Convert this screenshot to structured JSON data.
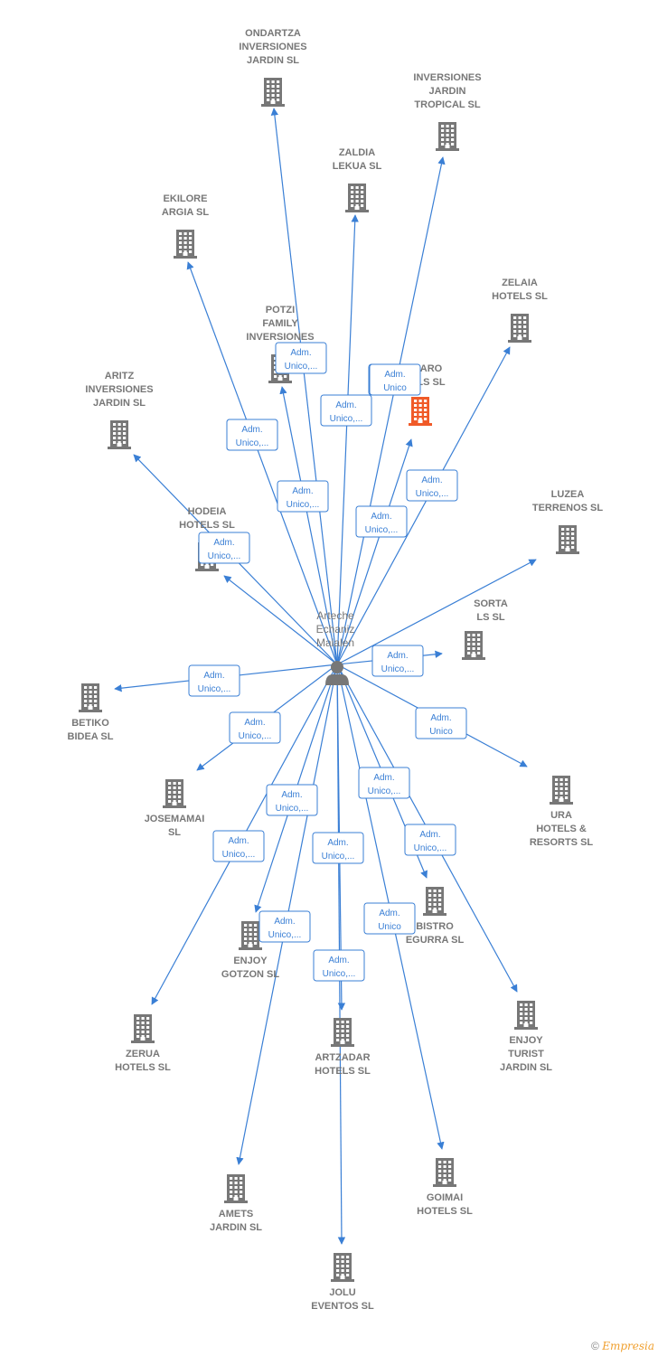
{
  "colors": {
    "edge": "#3a7fd5",
    "company": "#777777",
    "highlight": "#f05a28",
    "person": "#777777"
  },
  "person": {
    "name_lines": [
      "Arteche",
      "Echaniz",
      "Maialen"
    ]
  },
  "companies": [
    {
      "id": "ondartza",
      "lines": [
        "ONDARTZA",
        "INVERSIONES",
        "JARDIN  SL"
      ],
      "highlight": false
    },
    {
      "id": "inv_tropical",
      "lines": [
        "INVERSIONES",
        "JARDIN",
        "TROPICAL SL"
      ],
      "highlight": false
    },
    {
      "id": "zaldia",
      "lines": [
        "ZALDIA",
        "LEKUA  SL"
      ],
      "highlight": false
    },
    {
      "id": "ekilore",
      "lines": [
        "EKILORE",
        "ARGIA  SL"
      ],
      "highlight": false
    },
    {
      "id": "zelaia",
      "lines": [
        "ZELAIA",
        "HOTELS  SL"
      ],
      "highlight": false
    },
    {
      "id": "potzi",
      "lines": [
        "POTZI",
        "FAMILY",
        "INVERSIONES"
      ],
      "highlight": false
    },
    {
      "id": "faro",
      "lines": [
        "ARO",
        "LS  SL"
      ],
      "highlight": true
    },
    {
      "id": "aritz",
      "lines": [
        "ARITZ",
        "INVERSIONES",
        "JARDIN  SL"
      ],
      "highlight": false
    },
    {
      "id": "luzea",
      "lines": [
        "LUZEA",
        "TERRENOS  SL"
      ],
      "highlight": false
    },
    {
      "id": "hodeia",
      "lines": [
        "HODEIA",
        "HOTELS  SL"
      ],
      "highlight": false
    },
    {
      "id": "resorta",
      "lines": [
        "SORTA",
        "LS  SL"
      ],
      "highlight": false
    },
    {
      "id": "betiko",
      "lines": [
        "BETIKO",
        "BIDEA  SL"
      ],
      "highlight": false
    },
    {
      "id": "josemamai",
      "lines": [
        "JOSEMAMAI",
        "SL"
      ],
      "highlight": false
    },
    {
      "id": "ura",
      "lines": [
        "URA",
        "HOTELS &",
        "RESORTS  SL"
      ],
      "highlight": false
    },
    {
      "id": "bistro",
      "lines": [
        "BISTRO",
        "EGURRA  SL"
      ],
      "highlight": false
    },
    {
      "id": "enjoy_gotzon",
      "lines": [
        "ENJOY",
        "GOTZON  SL"
      ],
      "highlight": false
    },
    {
      "id": "zerua",
      "lines": [
        "ZERUA",
        "HOTELS  SL"
      ],
      "highlight": false
    },
    {
      "id": "artzadar",
      "lines": [
        "ARTZADAR",
        "HOTELS  SL"
      ],
      "highlight": false
    },
    {
      "id": "enjoy_turist",
      "lines": [
        "ENJOY",
        "TURIST",
        "JARDIN  SL"
      ],
      "highlight": false
    },
    {
      "id": "goimai",
      "lines": [
        "GOIMAI",
        "HOTELS  SL"
      ],
      "highlight": false
    },
    {
      "id": "amets",
      "lines": [
        "AMETS",
        "JARDIN  SL"
      ],
      "highlight": false
    },
    {
      "id": "jolu",
      "lines": [
        "JOLU",
        "EVENTOS  SL"
      ],
      "highlight": false
    }
  ],
  "edges": [
    {
      "to": "ondartza",
      "label": [
        "Adm.",
        "Unico,..."
      ]
    },
    {
      "to": "inv_tropical",
      "label": [
        "Adm.",
        "Unico,..."
      ]
    },
    {
      "to": "zaldia",
      "label": [
        "Adm.",
        "Unico,..."
      ]
    },
    {
      "to": "ekilore",
      "label": [
        "Adm.",
        "Unico,..."
      ]
    },
    {
      "to": "zelaia",
      "label": [
        "Adm.",
        "Unico,..."
      ]
    },
    {
      "to": "potzi",
      "label": [
        "Adm.",
        "Unico,..."
      ]
    },
    {
      "to": "faro",
      "label": [
        "Adm.",
        "Unico"
      ]
    },
    {
      "to": "aritz",
      "label": [
        "Adm.",
        "Unico,..."
      ]
    },
    {
      "to": "luzea",
      "label": [
        "Adm.",
        "Unico,..."
      ]
    },
    {
      "to": "hodeia",
      "label": [
        "Adm.",
        "Unico,..."
      ]
    },
    {
      "to": "resorta",
      "label": [
        "Adm.",
        "Unico,..."
      ]
    },
    {
      "to": "betiko",
      "label": [
        "Adm.",
        "Unico,..."
      ]
    },
    {
      "to": "josemamai",
      "label": [
        "Adm.",
        "Unico,..."
      ]
    },
    {
      "to": "ura",
      "label": [
        "Adm.",
        "Unico"
      ]
    },
    {
      "to": "bistro",
      "label": [
        "Adm.",
        "Unico,..."
      ]
    },
    {
      "to": "enjoy_gotzon",
      "label": [
        "Adm.",
        "Unico,..."
      ]
    },
    {
      "to": "zerua",
      "label": [
        "Adm.",
        "Unico,..."
      ]
    },
    {
      "to": "artzadar",
      "label": [
        "Adm.",
        "Unico,..."
      ]
    },
    {
      "to": "enjoy_turist",
      "label": [
        "Adm.",
        "Unico,..."
      ]
    },
    {
      "to": "goimai",
      "label": [
        "Adm.",
        "Unico"
      ]
    },
    {
      "to": "amets",
      "label": [
        "Adm.",
        "Unico,..."
      ]
    },
    {
      "to": "jolu",
      "label": [
        "Adm.",
        "Unico,..."
      ]
    }
  ],
  "footer": {
    "copyright": "©",
    "brand": "Empresia"
  }
}
